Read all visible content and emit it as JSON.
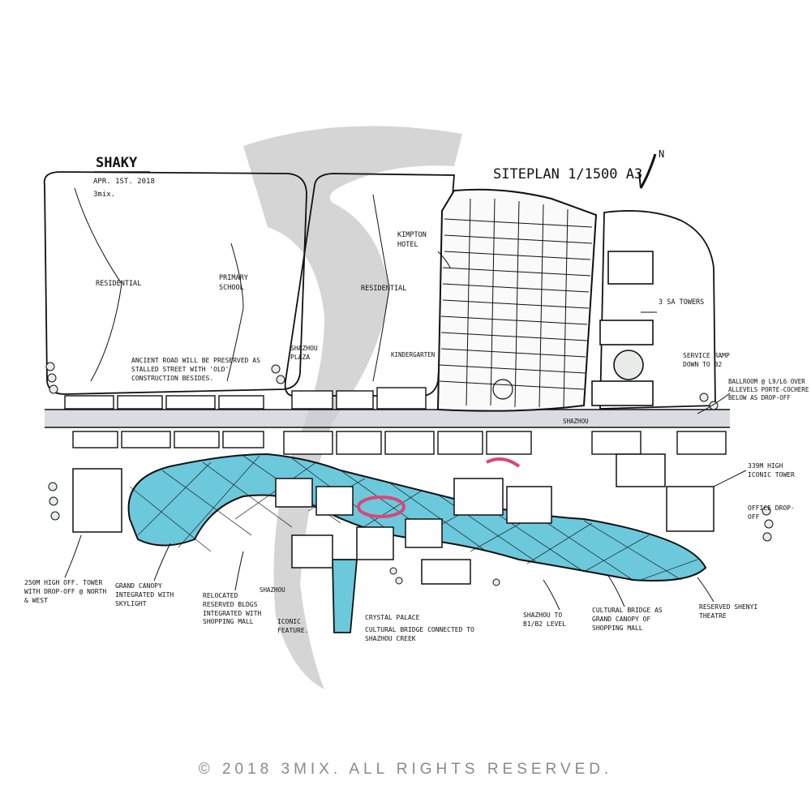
{
  "colors": {
    "ink": "#111111",
    "water": "#5ec6d9",
    "accent": "#d9477a",
    "shadow": "#a9b1bd",
    "watermark": "#c8c8c8"
  },
  "sheet": {
    "project": "SHAKY",
    "date": "APR. 1ST. 2018",
    "note": "3mix.",
    "title": "SITEPLAN 1/1500 A3",
    "north": "N"
  },
  "watermark_logo": "3",
  "labels": {
    "residential_west": "RESIDENTIAL",
    "primary_school": "PRIMARY SCHOOL",
    "residential_center": "RESIDENTIAL",
    "kimpton_hotel": "KIMPTON HOTEL",
    "towers": "3 SA TOWERS",
    "ancient_road": "ANCIENT ROAD WILL BE PRESERVED AS STALLED STREET WITH 'OLD' CONSTRUCTION BESIDES.",
    "shazhou_plaza": "SHAZHOU PLAZA",
    "kindergarten": "KINDERGARTEN",
    "service_ramp": "SERVICE RAMP DOWN TO B2",
    "ballroom": "BALLROOM @ L9/L6 OVER ALLEVELS PORTE-COCHERE BELOW AS DROP-OFF",
    "shazhou_gate": "SHAZHOU",
    "iconic_tower_east": "339M HIGH ICONIC TOWER",
    "office_dropoff": "OFFICE DROP-OFF",
    "office_tower_west": "250M HIGH OFF. TOWER WITH DROP-OFF @ NORTH & WEST",
    "grand_canopy": "GRAND CANOPY INTEGRATED WITH SKYLIGHT",
    "relocated_bldgs": "RELOCATED RESERVED BLDGS INTEGRATED WITH SHOPPING MALL",
    "shazhou_south": "SHAZHOU",
    "iconic_feature": "ICONIC FEATURE.",
    "crystal_palace": "CRYSTAL PALACE",
    "cultural_bridge_creek": "CULTURAL BRIDGE CONNECTED TO SHAZHOU CREEK",
    "shazhou_b1b2": "SHAZHOU TO B1/B2 LEVEL",
    "cultural_bridge_canopy": "CULTURAL BRIDGE AS GRAND CANOPY OF SHOPPING MALL",
    "reserved_theatre": "RESERVED SHENYI THEATRE"
  },
  "copyright": "© 2018 3MIX. ALL RIGHTS RESERVED."
}
